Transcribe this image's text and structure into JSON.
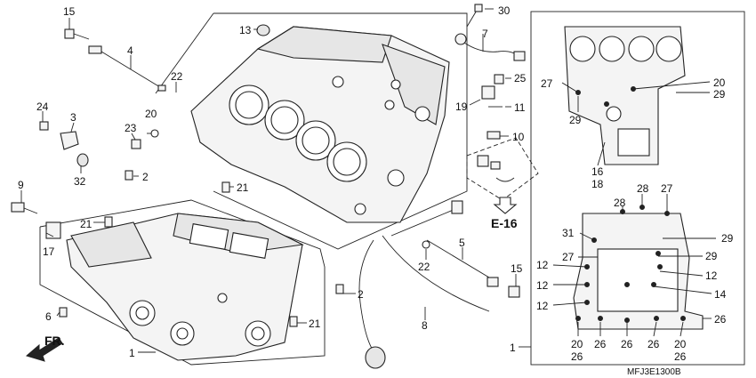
{
  "callouts": [
    {
      "id": "c15a",
      "text": "15"
    },
    {
      "id": "c30",
      "text": "30"
    },
    {
      "id": "c13",
      "text": "13"
    },
    {
      "id": "c4",
      "text": "4"
    },
    {
      "id": "c7",
      "text": "7"
    },
    {
      "id": "c22a",
      "text": "22"
    },
    {
      "id": "c25",
      "text": "25"
    },
    {
      "id": "c24",
      "text": "24"
    },
    {
      "id": "c3",
      "text": "3"
    },
    {
      "id": "c20a",
      "text": "20"
    },
    {
      "id": "c23",
      "text": "23"
    },
    {
      "id": "c19",
      "text": "19"
    },
    {
      "id": "c11",
      "text": "11"
    },
    {
      "id": "c10",
      "text": "10"
    },
    {
      "id": "c32",
      "text": "32"
    },
    {
      "id": "c2a",
      "text": "2"
    },
    {
      "id": "c9",
      "text": "9"
    },
    {
      "id": "c21a",
      "text": "21"
    },
    {
      "id": "c21b",
      "text": "21"
    },
    {
      "id": "c17",
      "text": "17"
    },
    {
      "id": "c5",
      "text": "5"
    },
    {
      "id": "c22b",
      "text": "22"
    },
    {
      "id": "c15b",
      "text": "15"
    },
    {
      "id": "c2b",
      "text": "2"
    },
    {
      "id": "c6",
      "text": "6"
    },
    {
      "id": "c21c",
      "text": "21"
    },
    {
      "id": "c8",
      "text": "8"
    },
    {
      "id": "c1a",
      "text": "1"
    },
    {
      "id": "c1b",
      "text": "1"
    },
    {
      "id": "p27a",
      "text": "27"
    },
    {
      "id": "p20a",
      "text": "20"
    },
    {
      "id": "p29a",
      "text": "29"
    },
    {
      "id": "p29b",
      "text": "29"
    },
    {
      "id": "p16",
      "text": "16"
    },
    {
      "id": "p18",
      "text": "18"
    },
    {
      "id": "p28a",
      "text": "28"
    },
    {
      "id": "p28b",
      "text": "28"
    },
    {
      "id": "p27b",
      "text": "27"
    },
    {
      "id": "p31",
      "text": "31"
    },
    {
      "id": "p29c",
      "text": "29"
    },
    {
      "id": "p27c",
      "text": "27"
    },
    {
      "id": "p29d",
      "text": "29"
    },
    {
      "id": "p12a",
      "text": "12"
    },
    {
      "id": "p12b",
      "text": "12"
    },
    {
      "id": "p12c",
      "text": "12"
    },
    {
      "id": "p12d",
      "text": "12"
    },
    {
      "id": "p14",
      "text": "14"
    },
    {
      "id": "p26a",
      "text": "26"
    },
    {
      "id": "p20b",
      "text": "20"
    },
    {
      "id": "p26b",
      "text": "26"
    },
    {
      "id": "p26c",
      "text": "26"
    },
    {
      "id": "p26d",
      "text": "26"
    },
    {
      "id": "p20c",
      "text": "20"
    },
    {
      "id": "p26e",
      "text": "26"
    },
    {
      "id": "p26f",
      "text": "26"
    }
  ],
  "reference_label": "E-16",
  "front_label": "FR.",
  "diagram_code": "MFJ3E1300B"
}
